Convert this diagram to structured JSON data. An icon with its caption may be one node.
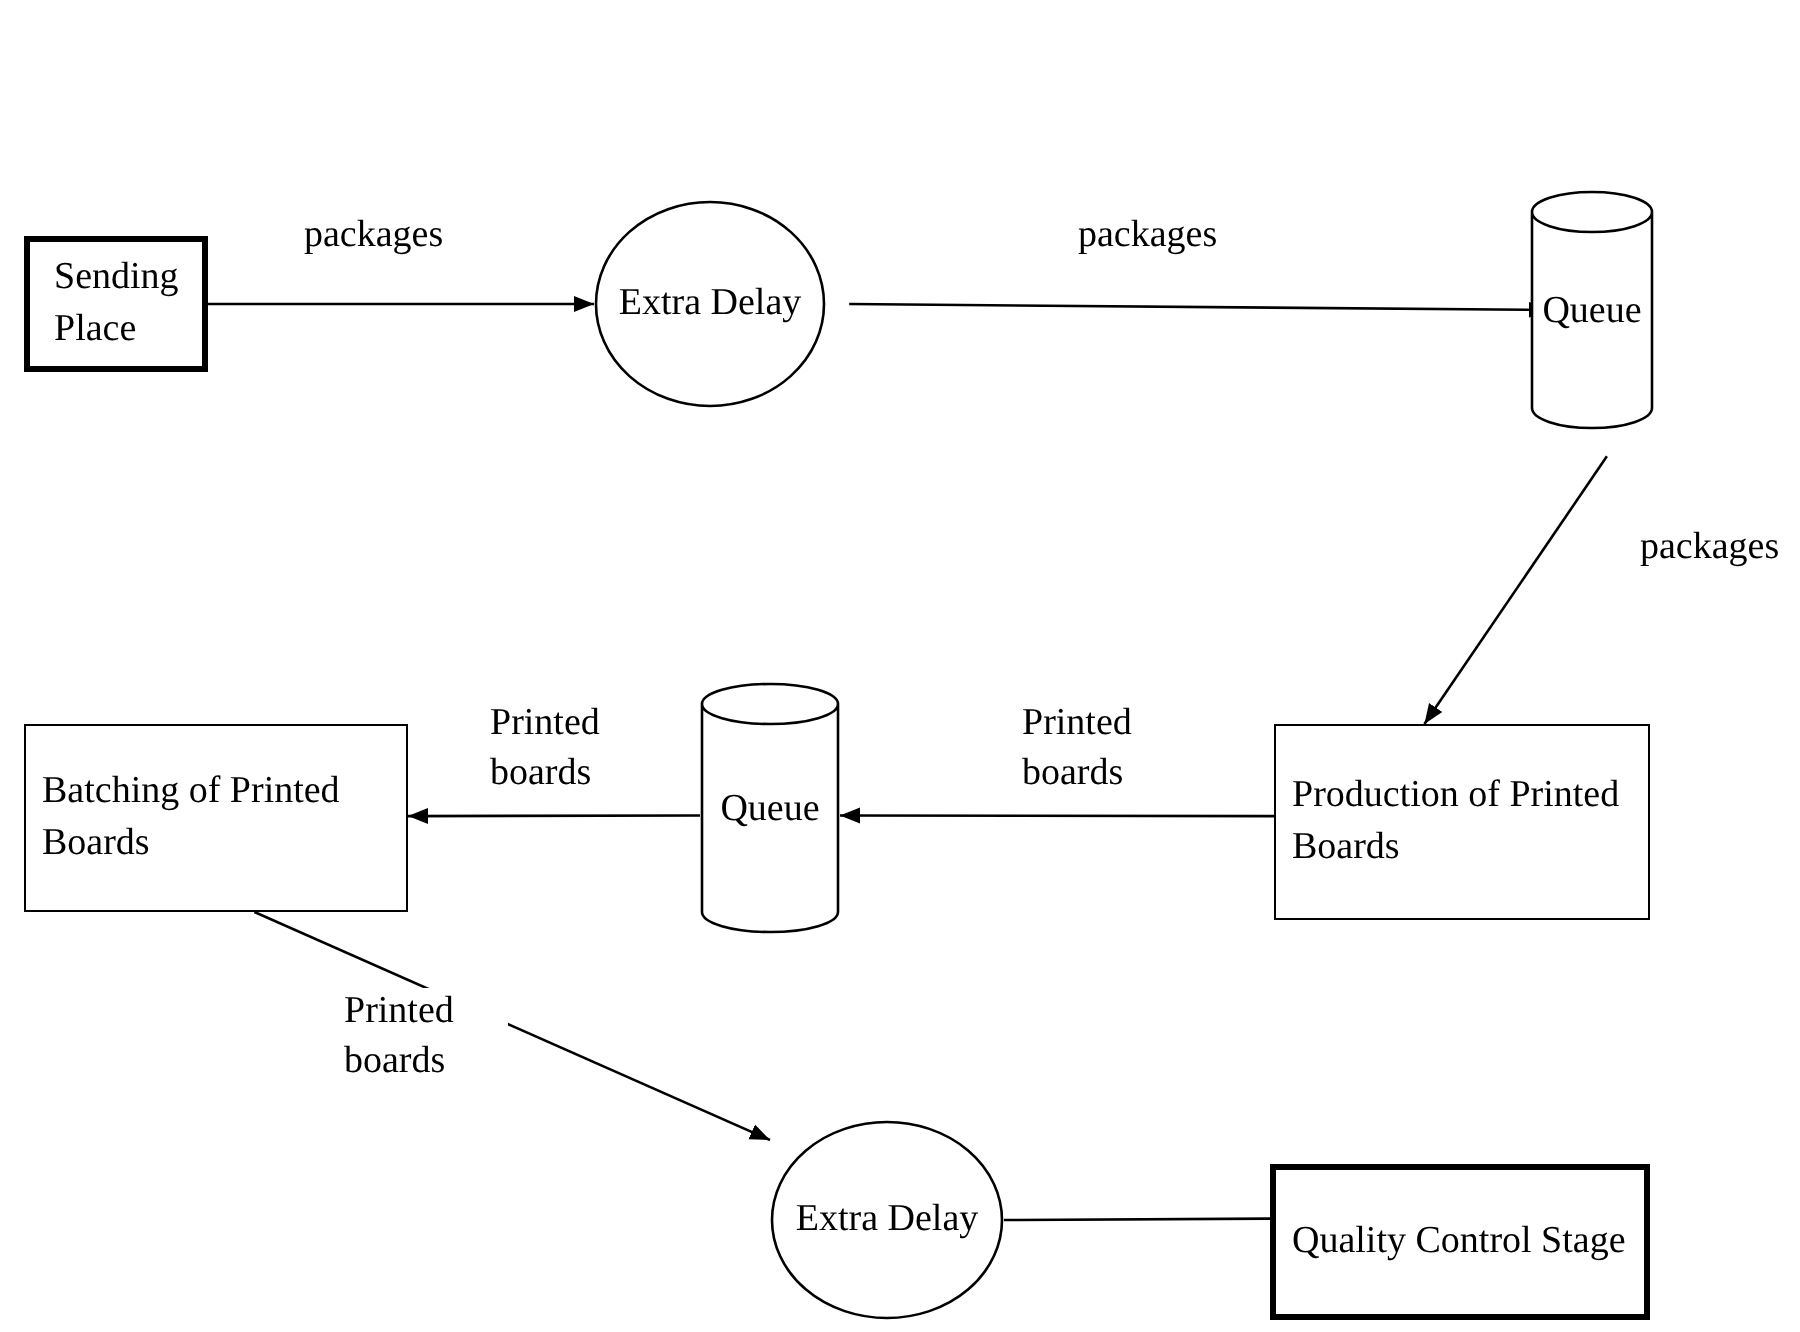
{
  "diagram": {
    "nodes": [
      {
        "text": [
          "Sending Place"
        ]
      },
      {
        "text": [
          "Extra Delay"
        ]
      },
      {
        "text": [
          "Queue"
        ]
      },
      {
        "text": [
          "Production of Printed Boards"
        ]
      },
      {
        "text": [
          "Queue"
        ]
      },
      {
        "text": [
          "Batching of Printed Boards"
        ]
      },
      {
        "text": [
          "Extra Delay"
        ]
      },
      {
        "text": [
          "Quality Control Stage"
        ]
      }
    ],
    "edges": [
      {
        "from": 0,
        "to": 1,
        "arrow": "to",
        "label": "packages"
      },
      {
        "from": 1,
        "to": 2,
        "arrow": "to",
        "label": "packages"
      },
      {
        "from": 2,
        "to": 3,
        "arrow": "to",
        "label": "packages"
      },
      {
        "from": 3,
        "to": 4,
        "arrow": "to",
        "label": "Printed boards"
      },
      {
        "from": 4,
        "to": 5,
        "arrow": "to",
        "label": "Printed boards"
      },
      {
        "from": 5,
        "to": 6,
        "arrow": "to",
        "label": "Printed boards"
      },
      {
        "from": 6,
        "to": 7,
        "arrow": "none"
      }
    ]
  }
}
